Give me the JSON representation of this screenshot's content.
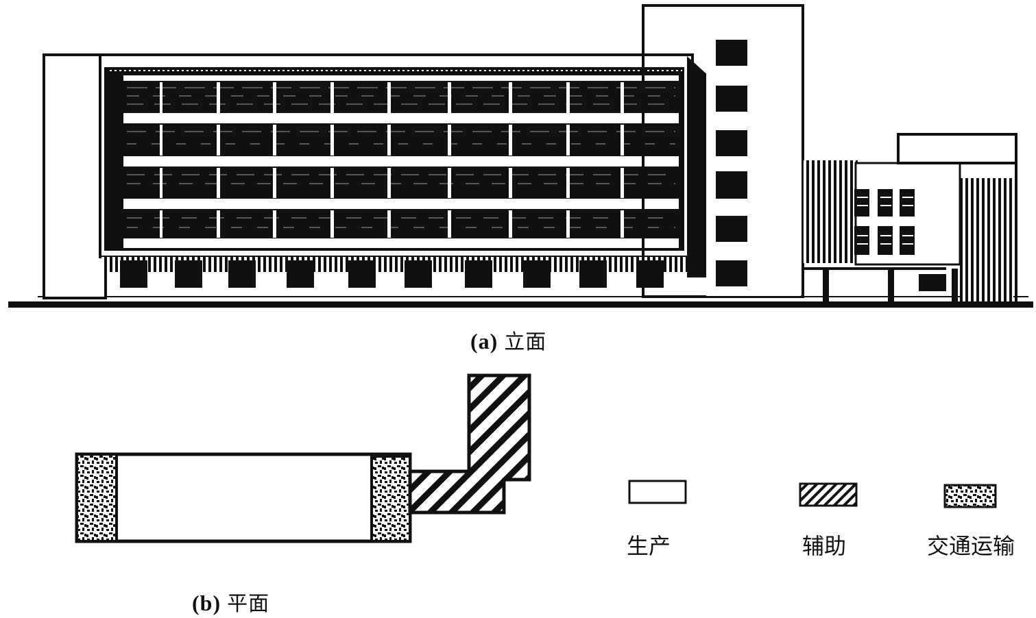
{
  "figure": {
    "elevation": {
      "caption_prefix": "(a)",
      "caption_text": "立面",
      "main_block": {
        "floors": 4,
        "bays": 10
      },
      "stair_tower": {
        "windows": 6
      },
      "annex": {
        "window_rows": 2,
        "window_cols": 3
      }
    },
    "plan": {
      "caption_prefix": "(b)",
      "caption_text": "平面"
    },
    "legend": {
      "items": [
        {
          "key": "production",
          "label": "生产",
          "pattern": "blank"
        },
        {
          "key": "auxiliary",
          "label": "辅助",
          "pattern": "hatched"
        },
        {
          "key": "transport",
          "label": "交通运输",
          "pattern": "speckled"
        }
      ]
    }
  },
  "colors": {
    "ink": "#111111",
    "paper": "#ffffff"
  }
}
